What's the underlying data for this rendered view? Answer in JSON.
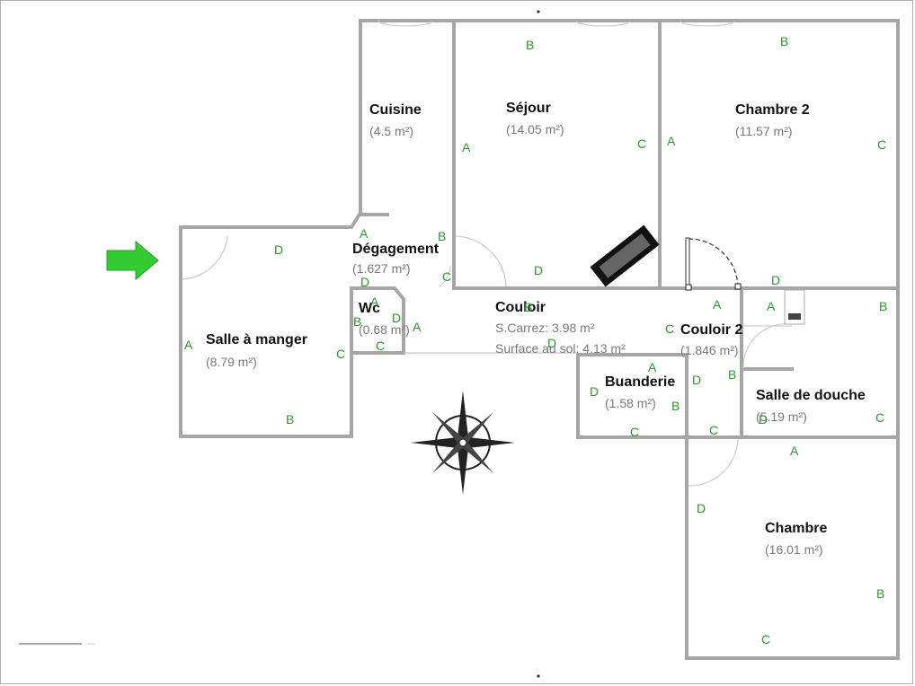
{
  "colors": {
    "wall": "#a6a6a6",
    "letter": "#2a9a2a",
    "arrow": "#33cc33",
    "room_name": "#111111",
    "room_area": "#7a7a7a"
  },
  "icons": {
    "entrance": "entrance-arrow-icon",
    "compass": "compass-rose-icon",
    "stove": "stove-icon",
    "radiator": "radiator-icon"
  },
  "rooms": [
    {
      "id": "cuisine",
      "name": "Cuisine",
      "area": "(4.5 m²)"
    },
    {
      "id": "sejour",
      "name": "Séjour",
      "area": "(14.05 m²)"
    },
    {
      "id": "chambre2",
      "name": "Chambre 2",
      "area": "(11.57 m²)"
    },
    {
      "id": "degagement",
      "name": "Dégagement",
      "area": "(1.627 m²)"
    },
    {
      "id": "wc",
      "name": "Wc",
      "area": "(0.68 m²)"
    },
    {
      "id": "couloir",
      "name": "Couloir",
      "area": "S.Carrez: 3.98 m²",
      "area2": "Surface au sol: 4.13 m²"
    },
    {
      "id": "couloir2",
      "name": "Couloir 2",
      "area": "(1.846 m²)"
    },
    {
      "id": "salle_a_manger",
      "name": "Salle à manger",
      "area": "(8.79 m²)"
    },
    {
      "id": "buanderie",
      "name": "Buanderie",
      "area": "(1.58 m²)"
    },
    {
      "id": "salle_de_douche",
      "name": "Salle de douche",
      "area": "(5.19 m²)"
    },
    {
      "id": "chambre",
      "name": "Chambre",
      "area": "(16.01 m²)"
    }
  ],
  "wall_letters": [
    {
      "room": "sejour",
      "letter": "B"
    },
    {
      "room": "sejour",
      "letter": "A"
    },
    {
      "room": "sejour",
      "letter": "C"
    },
    {
      "room": "sejour",
      "letter": "D"
    },
    {
      "room": "chambre2",
      "letter": "B"
    },
    {
      "room": "chambre2",
      "letter": "A"
    },
    {
      "room": "chambre2",
      "letter": "C"
    },
    {
      "room": "chambre2",
      "letter": "D"
    },
    {
      "room": "cuisine",
      "letter": "A"
    },
    {
      "room": "cuisine",
      "letter": "B"
    },
    {
      "room": "degagement",
      "letter": "D"
    },
    {
      "room": "degagement",
      "letter": "C"
    },
    {
      "room": "salle_a_manger",
      "letter": "D"
    },
    {
      "room": "salle_a_manger",
      "letter": "A"
    },
    {
      "room": "salle_a_manger",
      "letter": "C"
    },
    {
      "room": "salle_a_manger",
      "letter": "B"
    },
    {
      "room": "wc",
      "letter": "A"
    },
    {
      "room": "wc",
      "letter": "B"
    },
    {
      "room": "wc",
      "letter": "D"
    },
    {
      "room": "wc",
      "letter": "A"
    },
    {
      "room": "wc",
      "letter": "C"
    },
    {
      "room": "couloir",
      "letter": "B"
    },
    {
      "room": "couloir",
      "letter": "C"
    },
    {
      "room": "couloir",
      "letter": "D"
    },
    {
      "room": "couloir2",
      "letter": "A"
    },
    {
      "room": "couloir2",
      "letter": "D"
    },
    {
      "room": "couloir2",
      "letter": "B"
    },
    {
      "room": "couloir2",
      "letter": "C"
    },
    {
      "room": "salle_de_douche",
      "letter": "A"
    },
    {
      "room": "salle_de_douche",
      "letter": "B"
    },
    {
      "room": "salle_de_douche",
      "letter": "C"
    },
    {
      "room": "salle_de_douche",
      "letter": "D"
    },
    {
      "room": "buanderie",
      "letter": "A"
    },
    {
      "room": "buanderie",
      "letter": "D"
    },
    {
      "room": "buanderie",
      "letter": "B"
    },
    {
      "room": "buanderie",
      "letter": "C"
    },
    {
      "room": "chambre",
      "letter": "A"
    },
    {
      "room": "chambre",
      "letter": "D"
    },
    {
      "room": "chambre",
      "letter": "B"
    },
    {
      "room": "chambre",
      "letter": "C"
    }
  ]
}
